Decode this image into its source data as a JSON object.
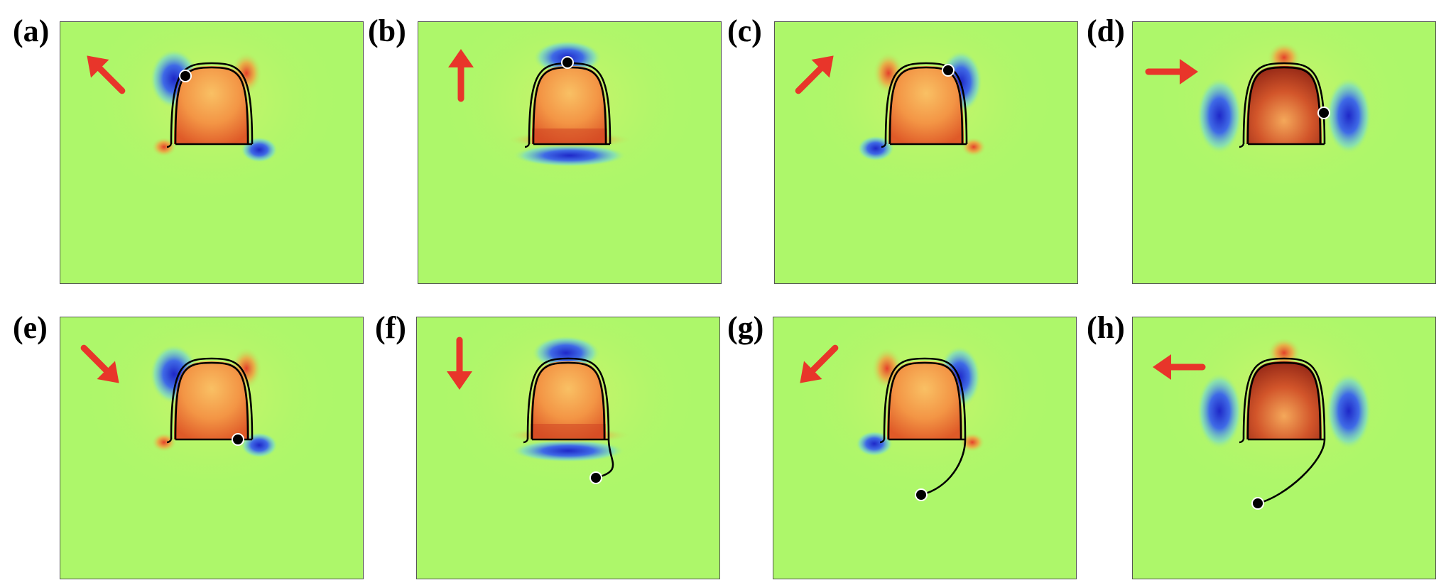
{
  "figure": {
    "panels": [
      {
        "label": "(a)",
        "arrow": "up-left",
        "dot": "top-left",
        "tail": false,
        "variant": "a"
      },
      {
        "label": "(b)",
        "arrow": "up",
        "dot": "top",
        "tail": false,
        "variant": "b"
      },
      {
        "label": "(c)",
        "arrow": "up-right",
        "dot": "top-right",
        "tail": false,
        "variant": "c"
      },
      {
        "label": "(d)",
        "arrow": "right",
        "dot": "right",
        "tail": false,
        "variant": "d"
      },
      {
        "label": "(e)",
        "arrow": "down-right",
        "dot": "base-right",
        "tail": false,
        "variant": "a"
      },
      {
        "label": "(f)",
        "arrow": "down",
        "dot": "tail",
        "tail": true,
        "variant": "b"
      },
      {
        "label": "(g)",
        "arrow": "down-left",
        "dot": "tail",
        "tail": true,
        "variant": "c"
      },
      {
        "label": "(h)",
        "arrow": "left",
        "dot": "tail",
        "tail": true,
        "variant": "d"
      }
    ],
    "colors": {
      "background": "#adf76a",
      "arrow": "#e8352a",
      "hot": "#f08a3a",
      "cold": "#2b3bd6",
      "outline": "#000000",
      "dot": "#000000"
    }
  }
}
